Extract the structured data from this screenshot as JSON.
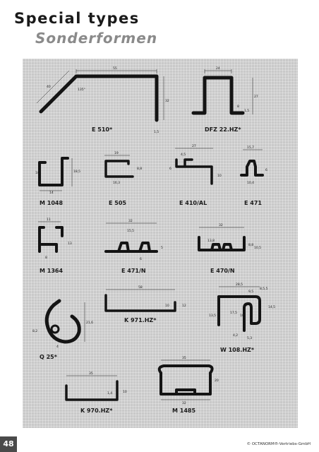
{
  "header": {
    "title": "Special types",
    "subtitle": "Sonderformen"
  },
  "footer": {
    "page_number": "48",
    "copyright": "© OCTANORM®-Vertriebs-GmbH"
  },
  "parts": {
    "e510": "E 510*",
    "dfz22hz": "DFZ 22.HZ*",
    "m1048": "M 1048",
    "e505": "E 505",
    "e410al": "E 410/AL",
    "e471": "E 471",
    "m1364": "M 1364",
    "e471n": "E 471/N",
    "e470n": "E 470/N",
    "k971hz": "K 971.HZ*",
    "w108hz": "W 108.HZ*",
    "q25": "Q 25*",
    "k970hz": "K 970.HZ*",
    "m1485": "M 1485"
  },
  "dims": {
    "e510_55": "55",
    "e510_135": "135°",
    "e510_40": "40",
    "e510_32": "32",
    "e510_15": "1,5",
    "dfz_24": "24",
    "dfz_27": "27",
    "dfz_8": "8",
    "dfz_15": "1,5",
    "m1048_18": "18,5",
    "m1048_14": "14",
    "m1048_10": "10",
    "e505_19": "19",
    "e505_163": "16,3",
    "e505_88": "8,8",
    "e410_27": "27",
    "e410_45": "4,5",
    "e410_10": "10",
    "e410_6": "6",
    "e471_157": "15,7",
    "e471_104": "10,4",
    "e471_6": "6",
    "m1364_11": "11",
    "m1364_13": "13",
    "m1364_8": "8",
    "e471n_32": "32",
    "e471n_155": "15,5",
    "e471n_6": "6",
    "e471n_5": "5",
    "e470n_32": "32",
    "e470n_138": "13,8",
    "e470n_88": "8,8",
    "e470n_105": "10,5",
    "k971_58": "58",
    "k971_10": "10",
    "k971_12": "12",
    "w108_285": "28,5",
    "w108_95": "9,5",
    "w108_8": "8,5,5",
    "w108_13": "13,5",
    "w108_17": "17,5",
    "w108_10": "10",
    "w108_145": "14,5",
    "w108_42": "4,2",
    "w108_53": "5,3",
    "q25_21": "21,6",
    "q25_8": "8,2",
    "q25_4": "4",
    "k970_35": "35",
    "k970_14": "1,4",
    "k970_10": "10",
    "m1485_35": "35",
    "m1485_20": "20",
    "m1485_32": "32"
  }
}
